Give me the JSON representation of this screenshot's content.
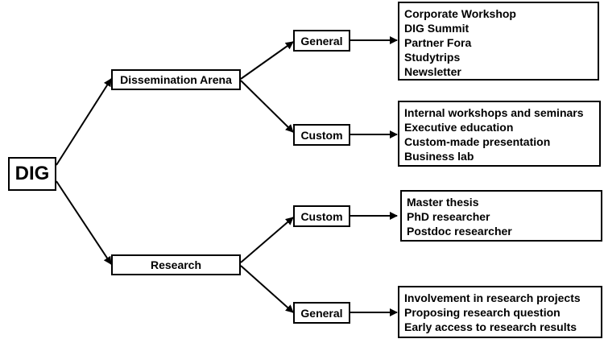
{
  "root": {
    "label": "DIG"
  },
  "branches": [
    {
      "label": "Dissemination Arena",
      "children": [
        {
          "label": "General",
          "items": [
            "Corporate Workshop",
            "DIG Summit",
            "Partner Fora",
            "Studytrips",
            "Newsletter"
          ]
        },
        {
          "label": "Custom",
          "items": [
            "Internal workshops and seminars",
            "Executive education",
            "Custom-made presentation",
            "Business lab"
          ]
        }
      ]
    },
    {
      "label": "Research",
      "children": [
        {
          "label": "Custom",
          "items": [
            "Master thesis",
            "PhD researcher",
            "Postdoc researcher"
          ]
        },
        {
          "label": "General",
          "items": [
            "Involvement in research projects",
            "Proposing research question",
            "Early access to research results"
          ]
        }
      ]
    }
  ]
}
